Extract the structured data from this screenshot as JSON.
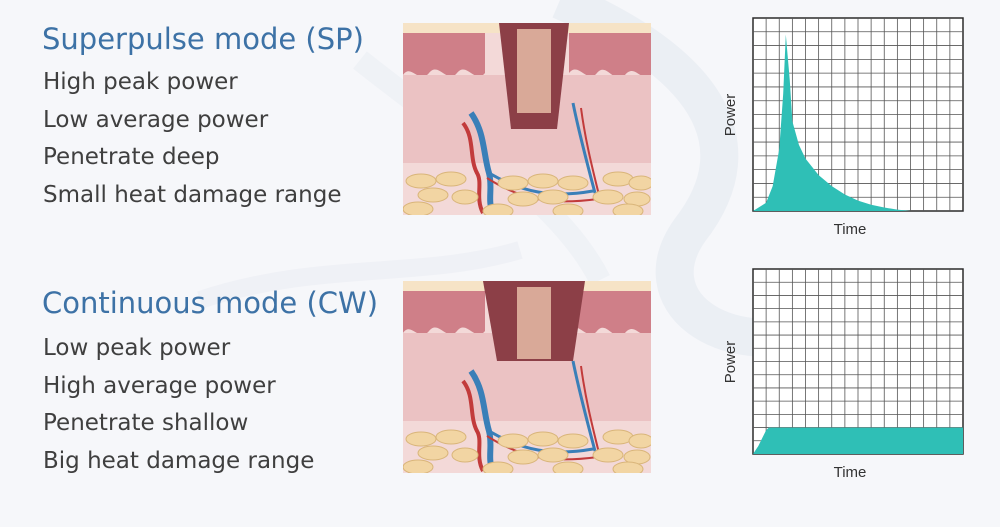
{
  "sections": [
    {
      "title": "Superpulse mode (SP)",
      "features": [
        "High peak power",
        "Low average power",
        "Penetrate deep",
        "Small heat damage range"
      ],
      "chart_data": {
        "type": "area",
        "xlabel": "Time",
        "ylabel": "Power",
        "xlim": [
          0,
          16
        ],
        "ylim": [
          0,
          14
        ],
        "grid": true,
        "fill_color": "#2fbfb6",
        "x": [
          0,
          1,
          1.5,
          2,
          2.3,
          2.5,
          2.8,
          3,
          3.5,
          4,
          5,
          6,
          7,
          8,
          9,
          10,
          11,
          12
        ],
        "y": [
          0,
          0.6,
          1.8,
          4.5,
          8.5,
          12.8,
          9.5,
          6.5,
          4.8,
          3.8,
          2.6,
          1.8,
          1.2,
          0.75,
          0.45,
          0.25,
          0.1,
          0
        ]
      }
    },
    {
      "title": "Continuous mode (CW)",
      "features": [
        "Low peak power",
        "High average power",
        "Penetrate shallow",
        "Big heat damage range"
      ],
      "chart_data": {
        "type": "area",
        "xlabel": "Time",
        "ylabel": "Power",
        "xlim": [
          0,
          16
        ],
        "ylim": [
          0,
          14
        ],
        "grid": true,
        "fill_color": "#2fbfb6",
        "x": [
          0,
          0.4,
          0.8,
          1.0,
          1.2,
          16
        ],
        "y": [
          0,
          0.6,
          1.4,
          1.8,
          2.0,
          2.0
        ]
      }
    }
  ]
}
